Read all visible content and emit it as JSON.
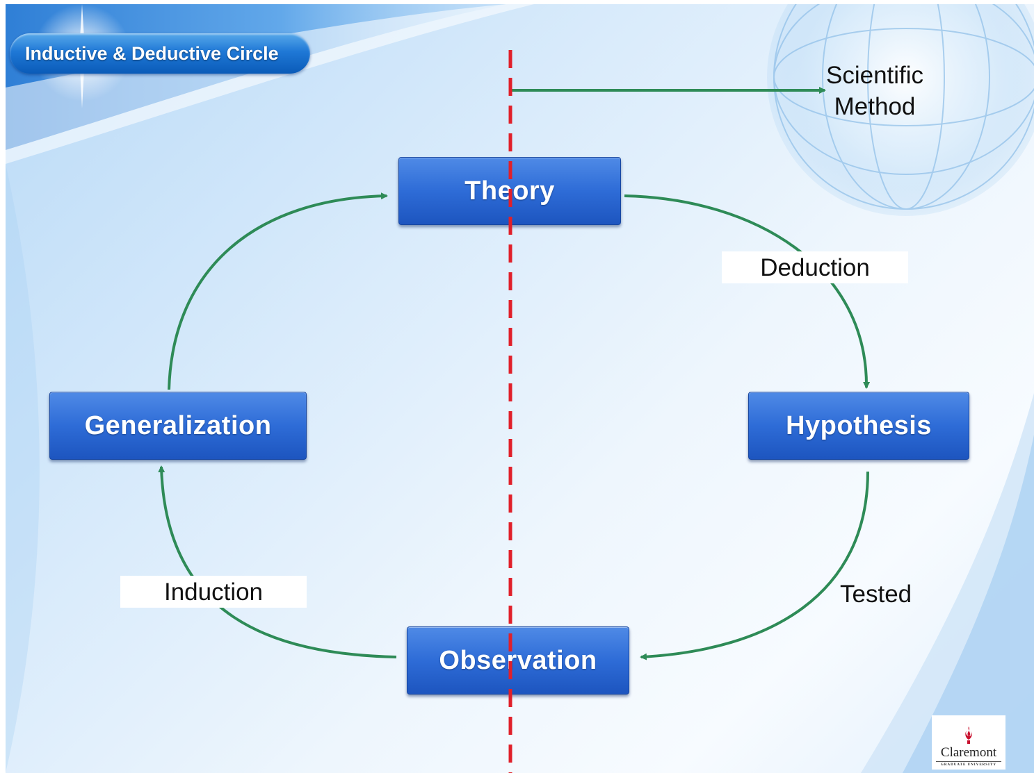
{
  "slide": {
    "title": "Inductive & Deductive Circle"
  },
  "nodes": {
    "theory": "Theory",
    "hypothesis": "Hypothesis",
    "observation": "Observation",
    "generalization": "Generalization"
  },
  "edge_labels": {
    "deduction": "Deduction",
    "tested": "Tested",
    "induction": "Induction"
  },
  "callout": {
    "line1": "Scientific",
    "line2": "Method"
  },
  "logo": {
    "name": "Claremont",
    "subtitle": "GRADUATE UNIVERSITY"
  },
  "colors": {
    "node_fill": "#2e6cd7",
    "arrow": "#2e8b57",
    "divider": "#e0202a",
    "title_pill": "#1f78d6"
  }
}
